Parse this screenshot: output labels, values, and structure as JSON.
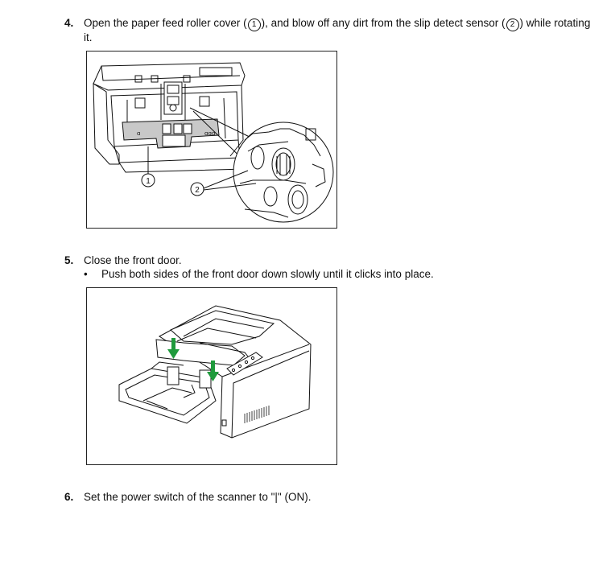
{
  "steps": [
    {
      "number": "4.",
      "text_before": "Open the paper feed roller cover (",
      "circle1": "1",
      "text_mid": "), and blow off any dirt from the slip detect sensor (",
      "circle2": "2",
      "text_after": ") while rotating",
      "text_line2": "it."
    },
    {
      "number": "5.",
      "text": "Close the front door.",
      "bullet_mark": "•",
      "bullet": "Push both sides of the front door down slowly until it clicks into place."
    },
    {
      "number": "6.",
      "text": "Set the power switch of the scanner to \"|\" (ON)."
    }
  ],
  "figure1": {
    "callout1": "1",
    "callout2": "2"
  },
  "colors": {
    "arrow_green": "#1f9a3c",
    "highlight_gray": "#c8c8c8"
  }
}
